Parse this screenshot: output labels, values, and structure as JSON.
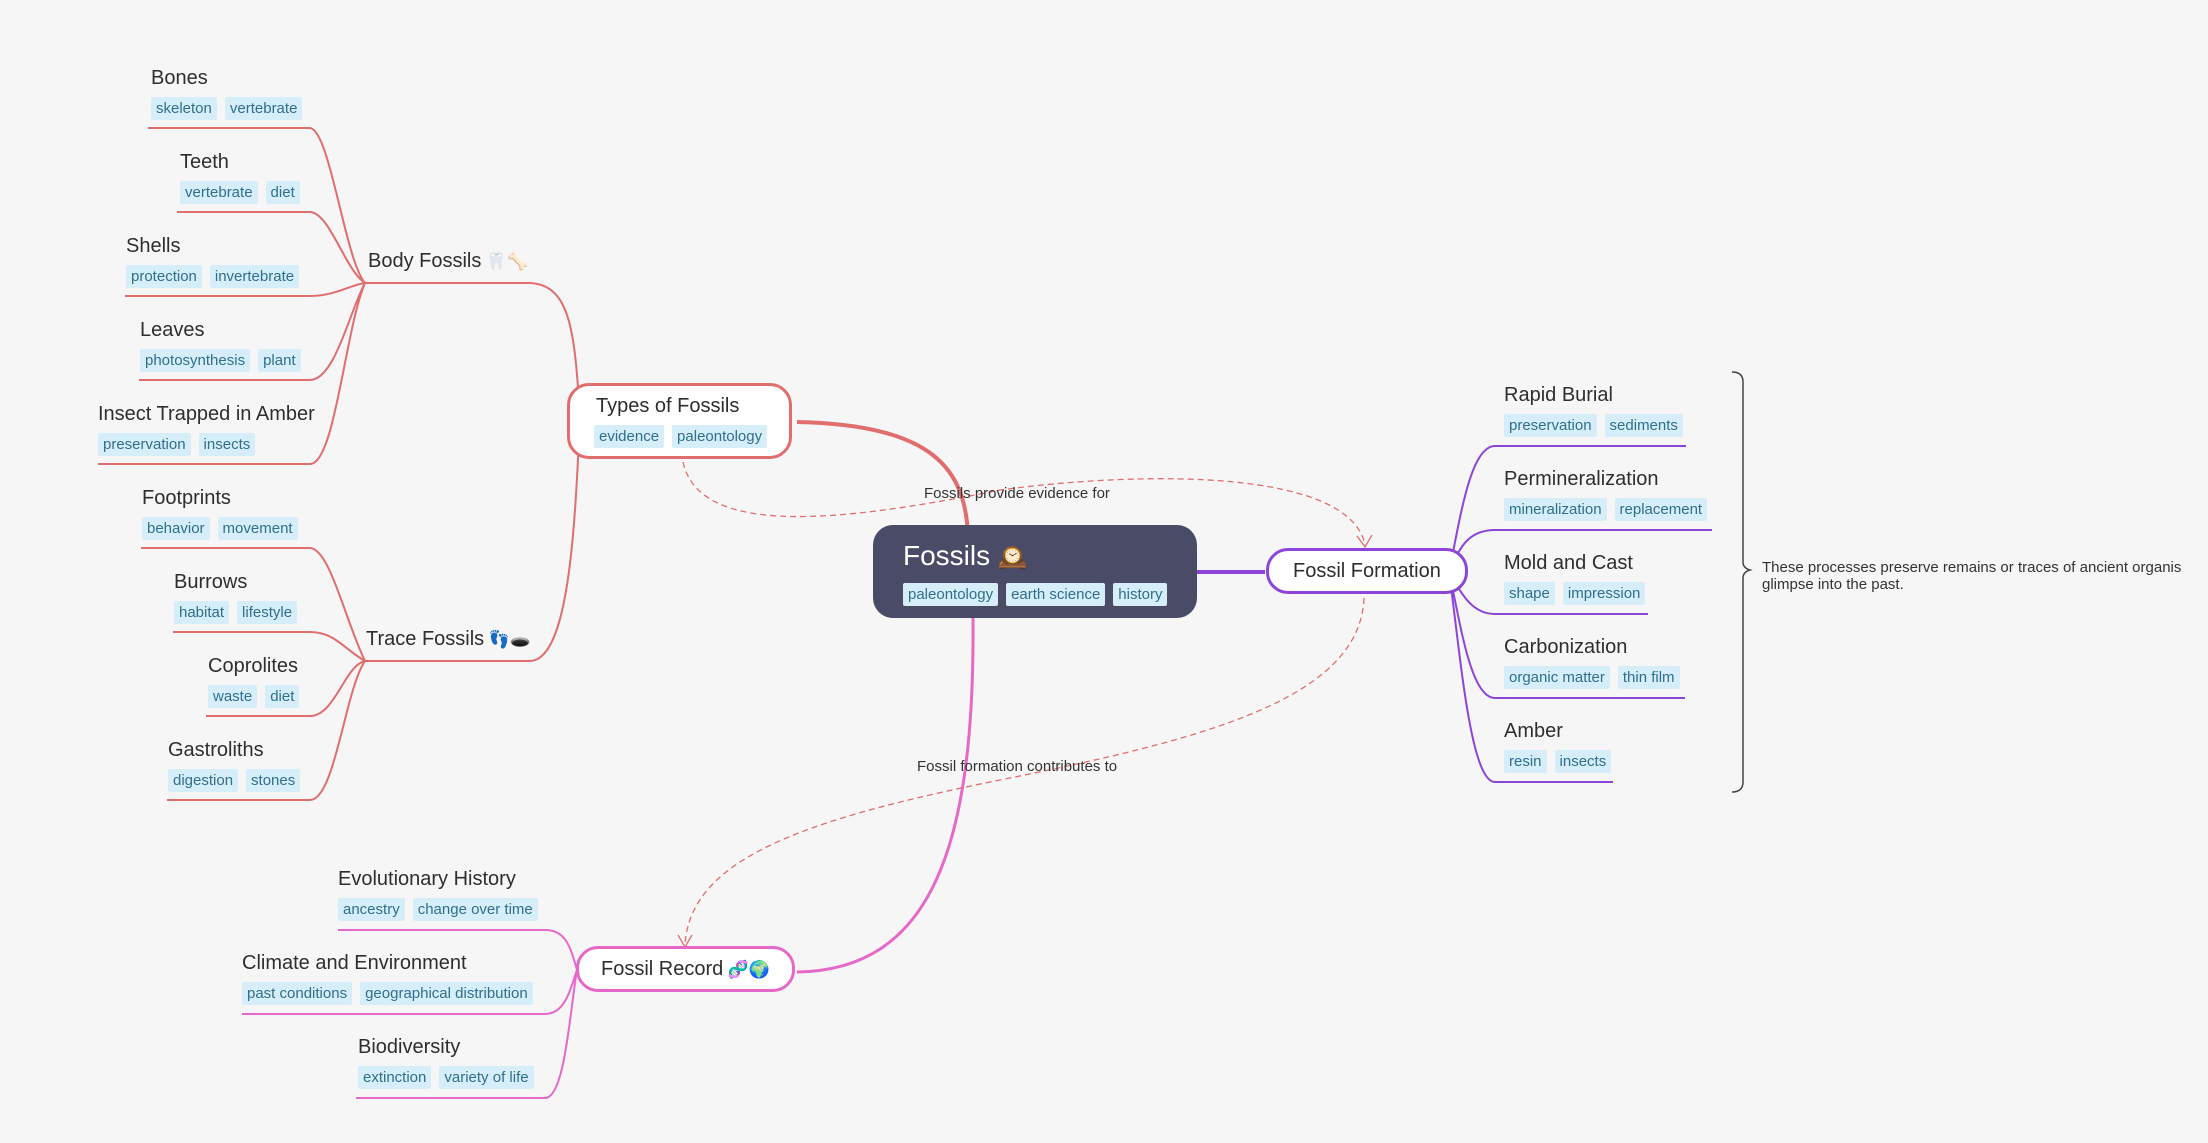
{
  "root": {
    "title": "Fossils",
    "emoji": "🕰️",
    "tags": [
      "paleontology",
      "earth science",
      "history"
    ]
  },
  "types": {
    "title": "Types of Fossils",
    "tags": [
      "evidence",
      "paleontology"
    ],
    "body": {
      "title": "Body Fossils",
      "emoji": "🦷🦴",
      "items": [
        {
          "title": "Bones",
          "tags": [
            "skeleton",
            "vertebrate"
          ]
        },
        {
          "title": "Teeth",
          "tags": [
            "vertebrate",
            "diet"
          ]
        },
        {
          "title": "Shells",
          "tags": [
            "protection",
            "invertebrate"
          ]
        },
        {
          "title": "Leaves",
          "tags": [
            "photosynthesis",
            "plant"
          ]
        },
        {
          "title": "Insect Trapped in Amber",
          "tags": [
            "preservation",
            "insects"
          ]
        }
      ]
    },
    "trace": {
      "title": "Trace Fossils",
      "emoji": "👣🕳️",
      "items": [
        {
          "title": "Footprints",
          "tags": [
            "behavior",
            "movement"
          ]
        },
        {
          "title": "Burrows",
          "tags": [
            "habitat",
            "lifestyle"
          ]
        },
        {
          "title": "Coprolites",
          "tags": [
            "waste",
            "diet"
          ]
        },
        {
          "title": "Gastroliths",
          "tags": [
            "digestion",
            "stones"
          ]
        }
      ]
    }
  },
  "formation": {
    "title": "Fossil Formation",
    "items": [
      {
        "title": "Rapid Burial",
        "tags": [
          "preservation",
          "sediments"
        ]
      },
      {
        "title": "Permineralization",
        "tags": [
          "mineralization",
          "replacement"
        ]
      },
      {
        "title": "Mold and Cast",
        "tags": [
          "shape",
          "impression"
        ]
      },
      {
        "title": "Carbonization",
        "tags": [
          "organic matter",
          "thin film"
        ]
      },
      {
        "title": "Amber",
        "tags": [
          "resin",
          "insects"
        ]
      }
    ],
    "summary": "These processes preserve remains or traces of ancient organis\nglimpse into the past."
  },
  "record": {
    "title": "Fossil Record",
    "emoji": "🧬🌍",
    "items": [
      {
        "title": "Evolutionary History",
        "tags": [
          "ancestry",
          "change over time"
        ]
      },
      {
        "title": "Climate and Environment",
        "tags": [
          "past conditions",
          "geographical distribution"
        ]
      },
      {
        "title": "Biodiversity",
        "tags": [
          "extinction",
          "variety of life"
        ]
      }
    ]
  },
  "relations": {
    "evidence": "Fossils provide evidence for",
    "contributes": "Fossil formation contributes to"
  },
  "colors": {
    "red": "#e06e6e",
    "purple": "#8e44d8",
    "pink": "#e668c9",
    "root": "#4a4b66",
    "tag_bg": "#d6eef9"
  }
}
